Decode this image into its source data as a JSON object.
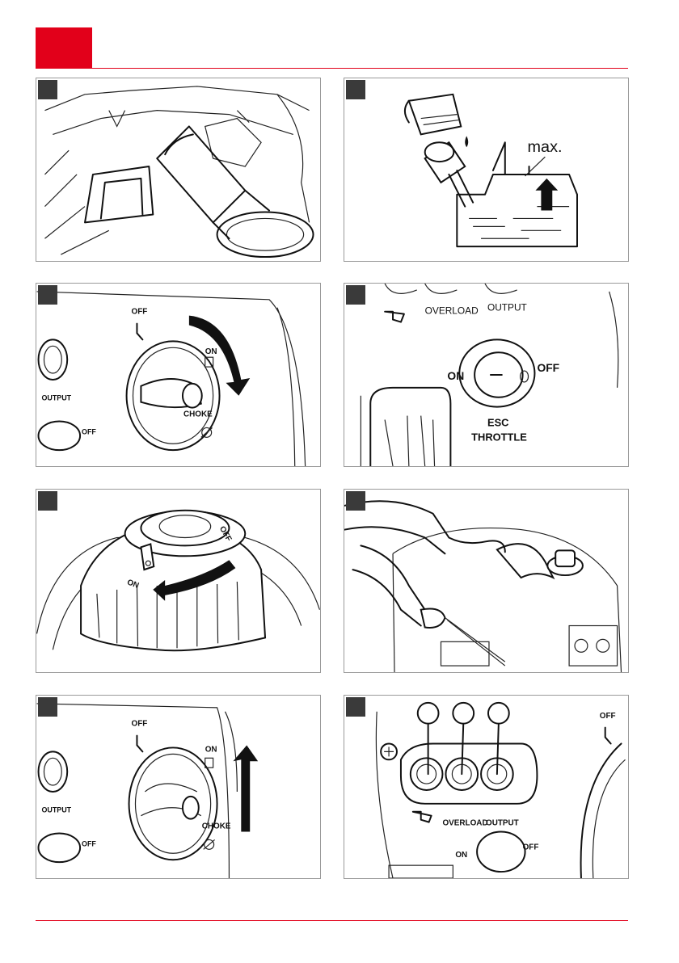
{
  "header": {
    "accent_color": "#e2001a"
  },
  "figures": [
    {
      "id": "fig-1",
      "icon": "oil-filler-neck-icon",
      "labels": []
    },
    {
      "id": "fig-2",
      "icon": "oil-fill-max-level-icon",
      "labels": [
        "max."
      ]
    },
    {
      "id": "fig-3",
      "icon": "engine-switch-choke-icon",
      "labels": [
        "OFF",
        "ON",
        "CHOKE",
        "OUTPUT",
        "OFF"
      ]
    },
    {
      "id": "fig-4",
      "icon": "esc-throttle-switch-icon",
      "labels": [
        "OVERLOAD",
        "OUTPUT",
        "ON",
        "OFF",
        "ESC",
        "THROTTLE"
      ]
    },
    {
      "id": "fig-5",
      "icon": "fuel-cap-vent-icon",
      "labels": [
        "ON",
        "OFF"
      ]
    },
    {
      "id": "fig-6",
      "icon": "recoil-starter-pull-icon",
      "labels": []
    },
    {
      "id": "fig-7",
      "icon": "engine-switch-on-icon",
      "labels": [
        "OFF",
        "ON",
        "CHOKE",
        "OUTPUT",
        "OFF"
      ]
    },
    {
      "id": "fig-8",
      "icon": "indicator-lamps-icon",
      "labels": [
        "OVERLOAD",
        "OUTPUT",
        "ON",
        "OFF",
        "OFF"
      ]
    }
  ]
}
